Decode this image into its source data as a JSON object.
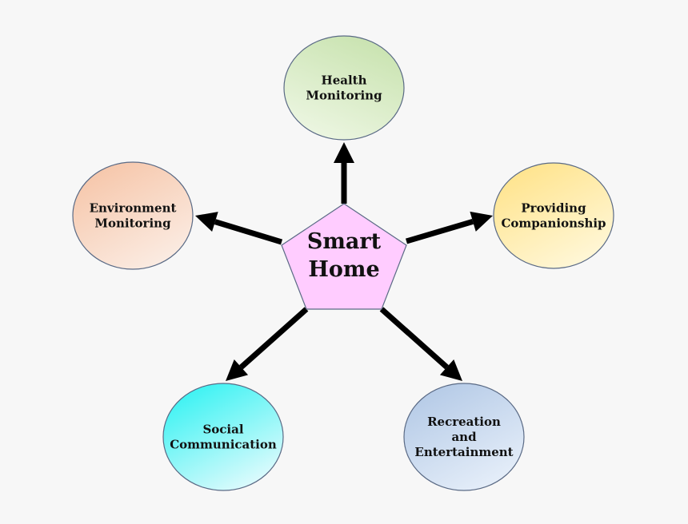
{
  "center": {
    "text": "Smart\nHome",
    "fill": "#ffccff"
  },
  "nodes": [
    {
      "id": "health-monitoring",
      "text": "Health\nMonitoring",
      "colors": [
        "#c9e3b0",
        "#eef7e4"
      ]
    },
    {
      "id": "providing-companionship",
      "text": "Providing\nCompanionship",
      "colors": [
        "#ffe38a",
        "#fff8dc"
      ]
    },
    {
      "id": "recreation-and-entertainment",
      "text": "Recreation\nand\nEntertainment",
      "colors": [
        "#b3c9e6",
        "#e8f0fa"
      ]
    },
    {
      "id": "social-communication",
      "text": "Social\nCommunication",
      "colors": [
        "#33f2f2",
        "#e8fbfd"
      ]
    },
    {
      "id": "environment-monitoring",
      "text": "Environment\nMonitoring",
      "colors": [
        "#f6c5a8",
        "#fbeee6"
      ]
    }
  ],
  "arrow_color": "#000000",
  "edge_color": "#5a6a85"
}
